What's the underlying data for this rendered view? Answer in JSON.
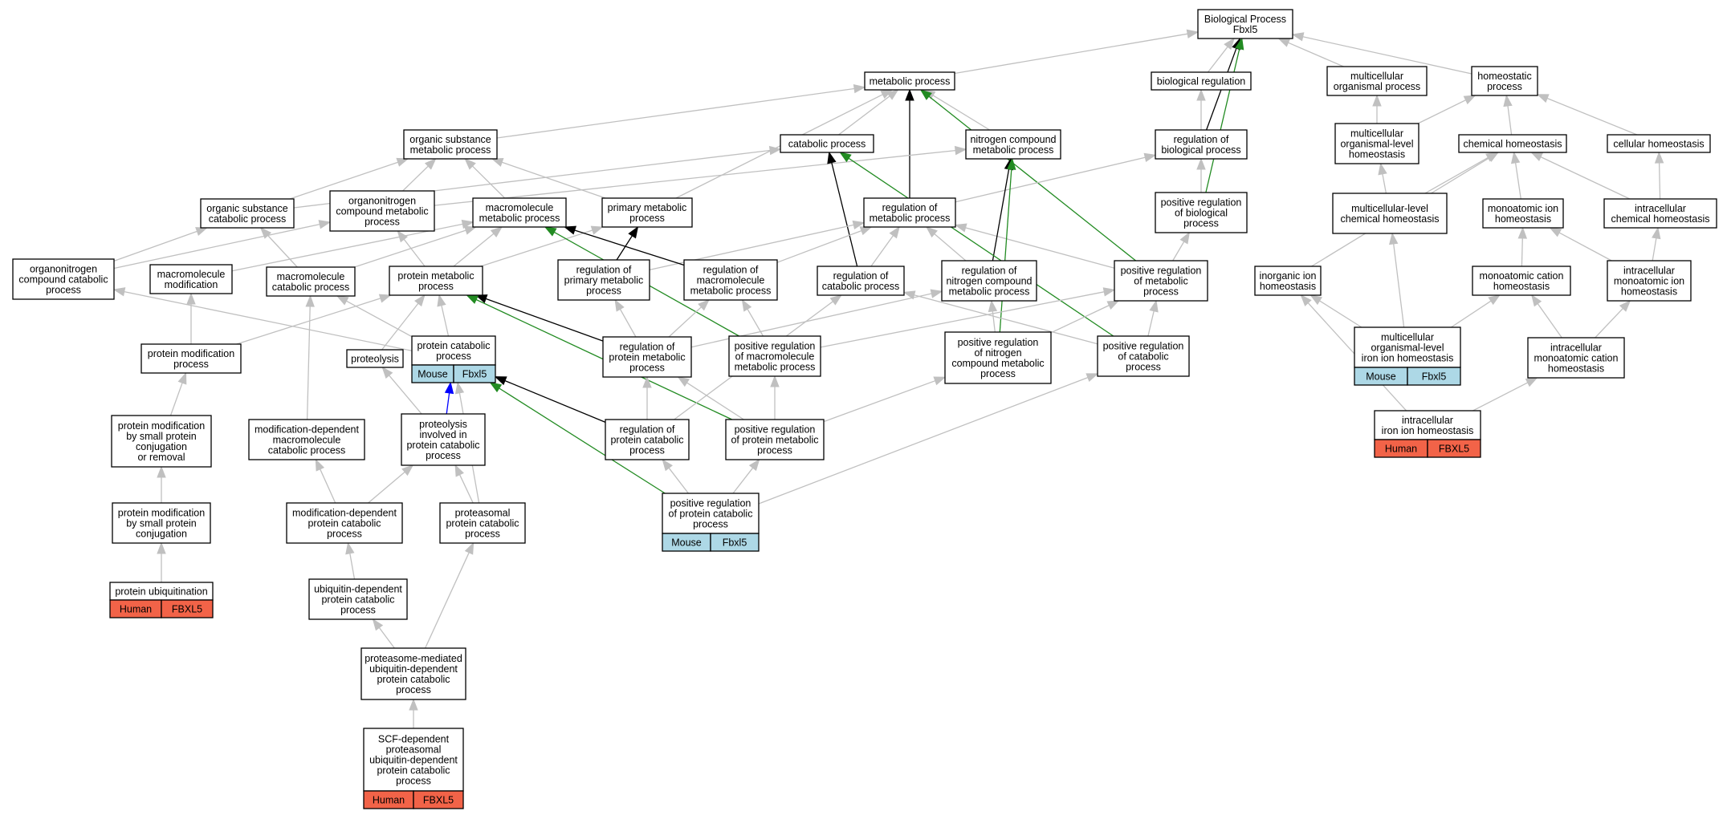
{
  "colors": {
    "is_a_edge": "#c0c0c0",
    "regulates_edge": "#000000",
    "positively_regulates_edge": "#228b22",
    "part_of_edge": "#0000ff",
    "human_tag": "#f26348",
    "mouse_tag": "#add8e6"
  },
  "nodes": [
    {
      "id": "bp",
      "lines": [
        "Biological Process",
        "Fbxl5"
      ]
    },
    {
      "id": "metab",
      "lines": [
        "metabolic process"
      ]
    },
    {
      "id": "biolreg",
      "lines": [
        "biological regulation"
      ]
    },
    {
      "id": "multiorg",
      "lines": [
        "multicellular",
        "organismal process"
      ]
    },
    {
      "id": "homeo",
      "lines": [
        "homeostatic",
        "process"
      ]
    },
    {
      "id": "orgsub",
      "lines": [
        "organic substance",
        "metabolic process"
      ]
    },
    {
      "id": "catab",
      "lines": [
        "catabolic process"
      ]
    },
    {
      "id": "nitro",
      "lines": [
        "nitrogen compound",
        "metabolic process"
      ]
    },
    {
      "id": "regbio",
      "lines": [
        "regulation of",
        "biological process"
      ]
    },
    {
      "id": "multilevelhomeo",
      "lines": [
        "multicellular",
        "organismal-level",
        "homeostasis"
      ]
    },
    {
      "id": "chemhomeo",
      "lines": [
        "chemical homeostasis"
      ]
    },
    {
      "id": "cellhomeo",
      "lines": [
        "cellular homeostasis"
      ]
    },
    {
      "id": "orgsubcat",
      "lines": [
        "organic substance",
        "catabolic process"
      ]
    },
    {
      "id": "organonitro",
      "lines": [
        "organonitrogen",
        "compound metabolic",
        "process"
      ]
    },
    {
      "id": "macro",
      "lines": [
        "macromolecule",
        "metabolic process"
      ]
    },
    {
      "id": "primary",
      "lines": [
        "primary metabolic",
        "process"
      ]
    },
    {
      "id": "regmetab",
      "lines": [
        "regulation of",
        "metabolic process"
      ]
    },
    {
      "id": "posregbio",
      "lines": [
        "positive regulation",
        "of biological",
        "process"
      ]
    },
    {
      "id": "multichem",
      "lines": [
        "multicellular-level",
        "chemical homeostasis"
      ]
    },
    {
      "id": "monoion",
      "lines": [
        "monoatomic ion",
        "homeostasis"
      ]
    },
    {
      "id": "intrachem",
      "lines": [
        "intracellular",
        "chemical homeostasis"
      ]
    },
    {
      "id": "organonitrocat",
      "lines": [
        "organonitrogen",
        "compound catabolic",
        "process"
      ]
    },
    {
      "id": "macromod",
      "lines": [
        "macromolecule",
        "modification"
      ]
    },
    {
      "id": "macrocat",
      "lines": [
        "macromolecule",
        "catabolic process"
      ]
    },
    {
      "id": "protmetab",
      "lines": [
        "protein metabolic",
        "process"
      ]
    },
    {
      "id": "regprimary",
      "lines": [
        "regulation of",
        "primary metabolic",
        "process"
      ]
    },
    {
      "id": "regmacro",
      "lines": [
        "regulation of",
        "macromolecule",
        "metabolic process"
      ]
    },
    {
      "id": "regcat",
      "lines": [
        "regulation of",
        "catabolic process"
      ]
    },
    {
      "id": "regnitro",
      "lines": [
        "regulation of",
        "nitrogen compound",
        "metabolic process"
      ]
    },
    {
      "id": "posregmetab",
      "lines": [
        "positive regulation",
        "of metabolic",
        "process"
      ]
    },
    {
      "id": "inorgion",
      "lines": [
        "inorganic ion",
        "homeostasis"
      ]
    },
    {
      "id": "monocation",
      "lines": [
        "monoatomic cation",
        "homeostasis"
      ]
    },
    {
      "id": "intramonoion",
      "lines": [
        "intracellular",
        "monoatomic ion",
        "homeostasis"
      ]
    },
    {
      "id": "protmod",
      "lines": [
        "protein modification",
        "process"
      ]
    },
    {
      "id": "proteolysis",
      "lines": [
        "proteolysis"
      ]
    },
    {
      "id": "protcat",
      "lines": [
        "protein catabolic",
        "process"
      ],
      "tags": [
        "Mouse",
        "Fbxl5"
      ]
    },
    {
      "id": "regprotmetab",
      "lines": [
        "regulation of",
        "protein metabolic",
        "process"
      ]
    },
    {
      "id": "posregmacro",
      "lines": [
        "positive regulation",
        "of macromolecule",
        "metabolic process"
      ]
    },
    {
      "id": "posregnitro",
      "lines": [
        "positive regulation",
        "of nitrogen",
        "compound metabolic",
        "process"
      ]
    },
    {
      "id": "posregcat",
      "lines": [
        "positive regulation",
        "of catabolic",
        "process"
      ]
    },
    {
      "id": "multiiron",
      "lines": [
        "multicellular",
        "organismal-level",
        "iron ion homeostasis"
      ],
      "tags": [
        "Mouse",
        "Fbxl5"
      ]
    },
    {
      "id": "intramonocation",
      "lines": [
        "intracellular",
        "monoatomic cation",
        "homeostasis"
      ]
    },
    {
      "id": "protmodsmall",
      "lines": [
        "protein modification",
        "by small protein",
        "conjugation",
        "or removal"
      ]
    },
    {
      "id": "moddepmacro",
      "lines": [
        "modification-dependent",
        "macromolecule",
        "catabolic process"
      ]
    },
    {
      "id": "proteolysiscat",
      "lines": [
        "proteolysis",
        "involved in",
        "protein catabolic",
        "process"
      ]
    },
    {
      "id": "regprotcat",
      "lines": [
        "regulation of",
        "protein catabolic",
        "process"
      ]
    },
    {
      "id": "posregprotmetab",
      "lines": [
        "positive regulation",
        "of protein metabolic",
        "process"
      ]
    },
    {
      "id": "intrairon",
      "lines": [
        "intracellular",
        "iron ion homeostasis"
      ],
      "tags": [
        "Human",
        "FBXL5"
      ]
    },
    {
      "id": "protmodconj",
      "lines": [
        "protein modification",
        "by small protein",
        "conjugation"
      ]
    },
    {
      "id": "moddepprot",
      "lines": [
        "modification-dependent",
        "protein catabolic",
        "process"
      ]
    },
    {
      "id": "proteasomal",
      "lines": [
        "proteasomal",
        "protein catabolic",
        "process"
      ]
    },
    {
      "id": "posregprotcat",
      "lines": [
        "positive regulation",
        "of protein catabolic",
        "process"
      ],
      "tags": [
        "Mouse",
        "Fbxl5"
      ]
    },
    {
      "id": "protubiq",
      "lines": [
        "protein ubiquitination"
      ],
      "tags": [
        "Human",
        "FBXL5"
      ]
    },
    {
      "id": "ubiqdep",
      "lines": [
        "ubiquitin-dependent",
        "protein catabolic",
        "process"
      ]
    },
    {
      "id": "proteasomemed",
      "lines": [
        "proteasome-mediated",
        "ubiquitin-dependent",
        "protein catabolic",
        "process"
      ]
    },
    {
      "id": "scf",
      "lines": [
        "SCF-dependent",
        "proteasomal",
        "ubiquitin-dependent",
        "protein catabolic",
        "process"
      ],
      "tags": [
        "Human",
        "FBXL5"
      ]
    }
  ],
  "edges": [
    {
      "from": "metab",
      "to": "bp",
      "kind": "is_a"
    },
    {
      "from": "biolreg",
      "to": "bp",
      "kind": "is_a"
    },
    {
      "from": "multiorg",
      "to": "bp",
      "kind": "is_a"
    },
    {
      "from": "homeo",
      "to": "bp",
      "kind": "is_a"
    },
    {
      "from": "regbio",
      "to": "bp",
      "kind": "regulates"
    },
    {
      "from": "posregbio",
      "to": "bp",
      "kind": "positively_regulates"
    },
    {
      "from": "regbio",
      "to": "biolreg",
      "kind": "is_a"
    },
    {
      "from": "posregbio",
      "to": "regbio",
      "kind": "is_a"
    },
    {
      "from": "orgsub",
      "to": "metab",
      "kind": "is_a"
    },
    {
      "from": "catab",
      "to": "metab",
      "kind": "is_a"
    },
    {
      "from": "nitro",
      "to": "metab",
      "kind": "is_a"
    },
    {
      "from": "primary",
      "to": "metab",
      "kind": "is_a"
    },
    {
      "from": "regmetab",
      "to": "metab",
      "kind": "regulates"
    },
    {
      "from": "posregmetab",
      "to": "metab",
      "kind": "positively_regulates"
    },
    {
      "from": "regmetab",
      "to": "regbio",
      "kind": "is_a"
    },
    {
      "from": "posregmetab",
      "to": "regmetab",
      "kind": "is_a"
    },
    {
      "from": "posregmetab",
      "to": "posregbio",
      "kind": "is_a"
    },
    {
      "from": "orgsubcat",
      "to": "orgsub",
      "kind": "is_a"
    },
    {
      "from": "orgsubcat",
      "to": "catab",
      "kind": "is_a"
    },
    {
      "from": "organonitro",
      "to": "orgsub",
      "kind": "is_a"
    },
    {
      "from": "organonitro",
      "to": "nitro",
      "kind": "is_a"
    },
    {
      "from": "macro",
      "to": "orgsub",
      "kind": "is_a"
    },
    {
      "from": "primary",
      "to": "orgsub",
      "kind": "is_a"
    },
    {
      "from": "regcat",
      "to": "catab",
      "kind": "regulates"
    },
    {
      "from": "regnitro",
      "to": "nitro",
      "kind": "regulates"
    },
    {
      "from": "posregnitro",
      "to": "nitro",
      "kind": "positively_regulates"
    },
    {
      "from": "posregcat",
      "to": "catab",
      "kind": "positively_regulates"
    },
    {
      "from": "organonitrocat",
      "to": "orgsubcat",
      "kind": "is_a"
    },
    {
      "from": "organonitrocat",
      "to": "organonitro",
      "kind": "is_a"
    },
    {
      "from": "macromod",
      "to": "macro",
      "kind": "is_a"
    },
    {
      "from": "macrocat",
      "to": "orgsubcat",
      "kind": "is_a"
    },
    {
      "from": "macrocat",
      "to": "macro",
      "kind": "is_a"
    },
    {
      "from": "protmetab",
      "to": "organonitro",
      "kind": "is_a"
    },
    {
      "from": "protmetab",
      "to": "macro",
      "kind": "is_a"
    },
    {
      "from": "protmetab",
      "to": "primary",
      "kind": "is_a"
    },
    {
      "from": "regprimary",
      "to": "primary",
      "kind": "regulates"
    },
    {
      "from": "regprimary",
      "to": "regmetab",
      "kind": "is_a"
    },
    {
      "from": "regmacro",
      "to": "macro",
      "kind": "regulates"
    },
    {
      "from": "regmacro",
      "to": "regmetab",
      "kind": "is_a"
    },
    {
      "from": "regcat",
      "to": "regmetab",
      "kind": "is_a"
    },
    {
      "from": "regnitro",
      "to": "regmetab",
      "kind": "is_a"
    },
    {
      "from": "posregmacro",
      "to": "macro",
      "kind": "positively_regulates"
    },
    {
      "from": "posregmacro",
      "to": "regmacro",
      "kind": "is_a"
    },
    {
      "from": "posregmacro",
      "to": "posregmetab",
      "kind": "is_a"
    },
    {
      "from": "posregnitro",
      "to": "regnitro",
      "kind": "is_a"
    },
    {
      "from": "posregnitro",
      "to": "posregmetab",
      "kind": "is_a"
    },
    {
      "from": "posregcat",
      "to": "regcat",
      "kind": "is_a"
    },
    {
      "from": "posregcat",
      "to": "posregmetab",
      "kind": "is_a"
    },
    {
      "from": "protmod",
      "to": "macromod",
      "kind": "is_a"
    },
    {
      "from": "protmod",
      "to": "protmetab",
      "kind": "is_a"
    },
    {
      "from": "proteolysis",
      "to": "protmetab",
      "kind": "is_a"
    },
    {
      "from": "protcat",
      "to": "macrocat",
      "kind": "is_a"
    },
    {
      "from": "protcat",
      "to": "protmetab",
      "kind": "is_a"
    },
    {
      "from": "protcat",
      "to": "organonitrocat",
      "kind": "is_a"
    },
    {
      "from": "regprotmetab",
      "to": "protmetab",
      "kind": "regulates"
    },
    {
      "from": "regprotmetab",
      "to": "regprimary",
      "kind": "is_a"
    },
    {
      "from": "regprotmetab",
      "to": "regmacro",
      "kind": "is_a"
    },
    {
      "from": "regprotmetab",
      "to": "regnitro",
      "kind": "is_a"
    },
    {
      "from": "posregprotmetab",
      "to": "protmetab",
      "kind": "positively_regulates"
    },
    {
      "from": "posregprotmetab",
      "to": "regprotmetab",
      "kind": "is_a"
    },
    {
      "from": "posregprotmetab",
      "to": "posregmacro",
      "kind": "is_a"
    },
    {
      "from": "posregprotmetab",
      "to": "posregnitro",
      "kind": "is_a"
    },
    {
      "from": "protmodsmall",
      "to": "protmod",
      "kind": "is_a"
    },
    {
      "from": "moddepmacro",
      "to": "macrocat",
      "kind": "is_a"
    },
    {
      "from": "proteolysiscat",
      "to": "proteolysis",
      "kind": "is_a"
    },
    {
      "from": "proteolysiscat",
      "to": "protcat",
      "kind": "part_of"
    },
    {
      "from": "regprotcat",
      "to": "protcat",
      "kind": "regulates"
    },
    {
      "from": "regprotcat",
      "to": "regprotmetab",
      "kind": "is_a"
    },
    {
      "from": "regprotcat",
      "to": "regcat",
      "kind": "is_a"
    },
    {
      "from": "posregprotcat",
      "to": "protcat",
      "kind": "positively_regulates"
    },
    {
      "from": "posregprotcat",
      "to": "regprotcat",
      "kind": "is_a"
    },
    {
      "from": "posregprotcat",
      "to": "posregprotmetab",
      "kind": "is_a"
    },
    {
      "from": "posregprotcat",
      "to": "posregcat",
      "kind": "is_a"
    },
    {
      "from": "protmodconj",
      "to": "protmodsmall",
      "kind": "is_a"
    },
    {
      "from": "moddepprot",
      "to": "moddepmacro",
      "kind": "is_a"
    },
    {
      "from": "moddepprot",
      "to": "proteolysiscat",
      "kind": "is_a"
    },
    {
      "from": "proteasomal",
      "to": "proteolysiscat",
      "kind": "is_a"
    },
    {
      "from": "proteasomal",
      "to": "protcat",
      "kind": "is_a"
    },
    {
      "from": "protubiq",
      "to": "protmodconj",
      "kind": "is_a"
    },
    {
      "from": "ubiqdep",
      "to": "moddepprot",
      "kind": "is_a"
    },
    {
      "from": "proteasomemed",
      "to": "ubiqdep",
      "kind": "is_a"
    },
    {
      "from": "proteasomemed",
      "to": "proteasomal",
      "kind": "is_a"
    },
    {
      "from": "scf",
      "to": "proteasomemed",
      "kind": "is_a"
    },
    {
      "from": "multilevelhomeo",
      "to": "multiorg",
      "kind": "is_a"
    },
    {
      "from": "multilevelhomeo",
      "to": "homeo",
      "kind": "is_a"
    },
    {
      "from": "chemhomeo",
      "to": "homeo",
      "kind": "is_a"
    },
    {
      "from": "cellhomeo",
      "to": "homeo",
      "kind": "is_a"
    },
    {
      "from": "multichem",
      "to": "multilevelhomeo",
      "kind": "is_a"
    },
    {
      "from": "multichem",
      "to": "chemhomeo",
      "kind": "is_a"
    },
    {
      "from": "monoion",
      "to": "chemhomeo",
      "kind": "is_a"
    },
    {
      "from": "intrachem",
      "to": "chemhomeo",
      "kind": "is_a"
    },
    {
      "from": "intrachem",
      "to": "cellhomeo",
      "kind": "is_a"
    },
    {
      "from": "inorgion",
      "to": "chemhomeo",
      "kind": "is_a"
    },
    {
      "from": "monocation",
      "to": "monoion",
      "kind": "is_a"
    },
    {
      "from": "intramonoion",
      "to": "monoion",
      "kind": "is_a"
    },
    {
      "from": "intramonoion",
      "to": "intrachem",
      "kind": "is_a"
    },
    {
      "from": "multiiron",
      "to": "multichem",
      "kind": "is_a"
    },
    {
      "from": "multiiron",
      "to": "inorgion",
      "kind": "is_a"
    },
    {
      "from": "multiiron",
      "to": "monocation",
      "kind": "is_a"
    },
    {
      "from": "intramonocation",
      "to": "monocation",
      "kind": "is_a"
    },
    {
      "from": "intramonocation",
      "to": "intramonoion",
      "kind": "is_a"
    },
    {
      "from": "intrairon",
      "to": "inorgion",
      "kind": "is_a"
    },
    {
      "from": "intrairon",
      "to": "intramonocation",
      "kind": "is_a"
    }
  ]
}
